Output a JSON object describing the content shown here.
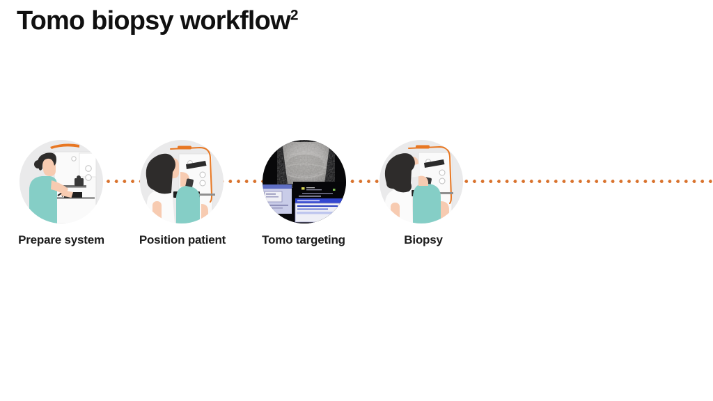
{
  "slide": {
    "title": "Tomo biopsy workflow",
    "title_superscript": "2"
  },
  "workflow": {
    "connector_style": "orange-dotted-line",
    "steps": [
      {
        "label": "Prepare system",
        "icon": "prepare-system-illustration",
        "description": "Clinician in teal scrubs preparing mammography biopsy system"
      },
      {
        "label": "Position patient",
        "icon": "position-patient-illustration",
        "description": "Clinician positioning patient at mammography system with orange gantry outline"
      },
      {
        "label": "Tomo targeting",
        "icon": "tomo-targeting-screenshot",
        "description": "Workstation screenshot with tomosynthesis breast image and targeting software windows"
      },
      {
        "label": "Biopsy",
        "icon": "biopsy-illustration",
        "description": "Clinician performing biopsy on positioned patient at mammography system"
      }
    ]
  },
  "colors": {
    "background": "#FFFFFF",
    "text": "#101010",
    "accent_orange": "#E87722",
    "dot_orange": "#D9732E",
    "circle_gray": "#EAEAEB",
    "teal_scrub": "#85CEC6",
    "skin": "#F7CBB1",
    "hair": "#2E2C2B"
  }
}
